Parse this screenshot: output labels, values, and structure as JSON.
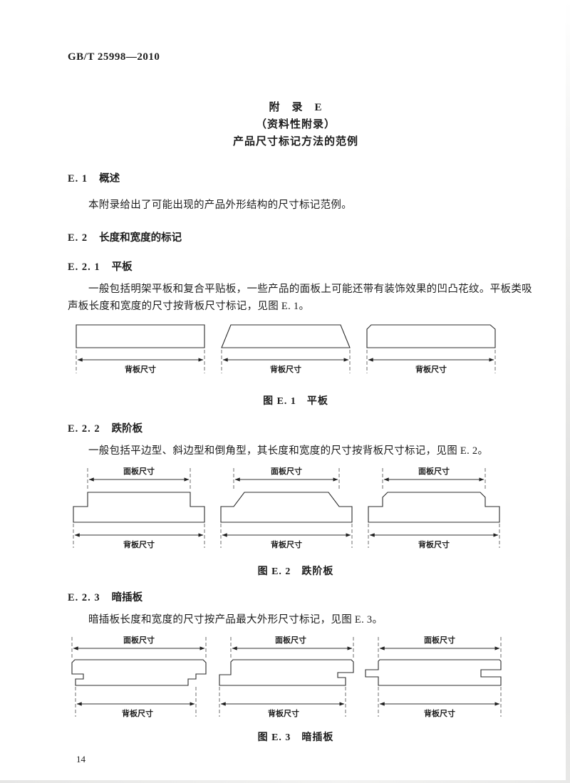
{
  "page": {
    "header": "GB/T 25998—2010",
    "page_number": "14"
  },
  "appendix": {
    "title_line1": "附　录　E",
    "title_line2": "（资料性附录）",
    "title_line3": "产品尺寸标记方法的范例"
  },
  "sections": {
    "e1": {
      "number": "E. 1",
      "title": "概述",
      "body": "本附录给出了可能出现的产品外形结构的尺寸标记范例。"
    },
    "e2": {
      "number": "E. 2",
      "title": "长度和宽度的标记"
    },
    "e21": {
      "number": "E. 2. 1",
      "title": "平板",
      "body": "一般包括明架平板和复合平贴板，一些产品的面板上可能还带有装饰效果的凹凸花纹。平板类吸声板长度和宽度的尺寸按背板尺寸标记，见图 E. 1。"
    },
    "e22": {
      "number": "E. 2. 2",
      "title": "跌阶板",
      "body": "一般包括平边型、斜边型和倒角型，其长度和宽度的尺寸按背板尺寸标记，见图 E. 2。"
    },
    "e23": {
      "number": "E. 2. 3",
      "title": "暗插板",
      "body": "暗插板长度和宽度的尺寸按产品最大外形尺寸标记，见图 E. 3。"
    }
  },
  "figures": {
    "fig1": {
      "caption": "图 E. 1　平板"
    },
    "fig2": {
      "caption": "图 E. 2　跌阶板"
    },
    "fig3": {
      "caption": "图 E. 3　暗插板"
    }
  },
  "labels": {
    "face": "面板尺寸",
    "back": "背板尺寸"
  },
  "colors": {
    "ink": "#1c1c1c",
    "paper": "#ffffff"
  }
}
